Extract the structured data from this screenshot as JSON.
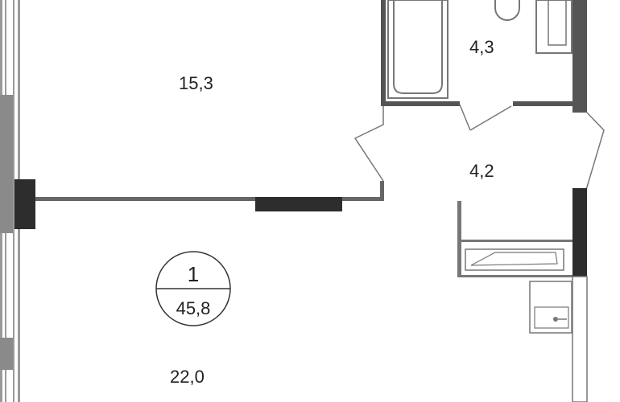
{
  "rooms": {
    "bedroom_area": "15,3",
    "bathroom_area": "4,3",
    "hallway_area": "4,2",
    "living_kitchen_area": "22,0"
  },
  "apartment": {
    "rooms_count": "1",
    "total_area": "45,8"
  },
  "colors": {
    "wall": "#555555",
    "wall_dark": "#2d2d2d",
    "window_band": "#8a8a8a",
    "line": "#777777"
  }
}
